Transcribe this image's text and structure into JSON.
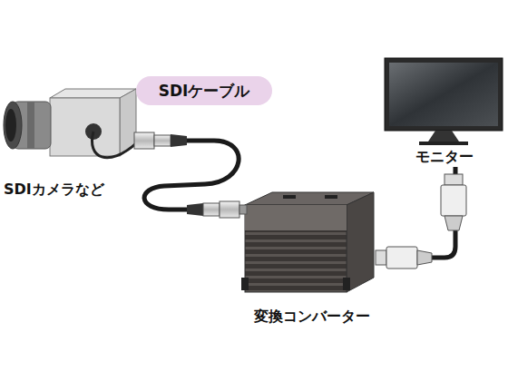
{
  "diagram": {
    "nodes": [
      {
        "text": [
          "SDIカメラなど"
        ]
      },
      {
        "text": [
          "SDIケーブル"
        ]
      },
      {
        "text": [
          "モニター"
        ]
      },
      {
        "text": [
          "変換コンバーター"
        ]
      }
    ],
    "edges": [
      {
        "from": 0,
        "to": 3,
        "arrow": "none"
      },
      {
        "from": 3,
        "to": 2,
        "arrow": "none"
      }
    ]
  }
}
